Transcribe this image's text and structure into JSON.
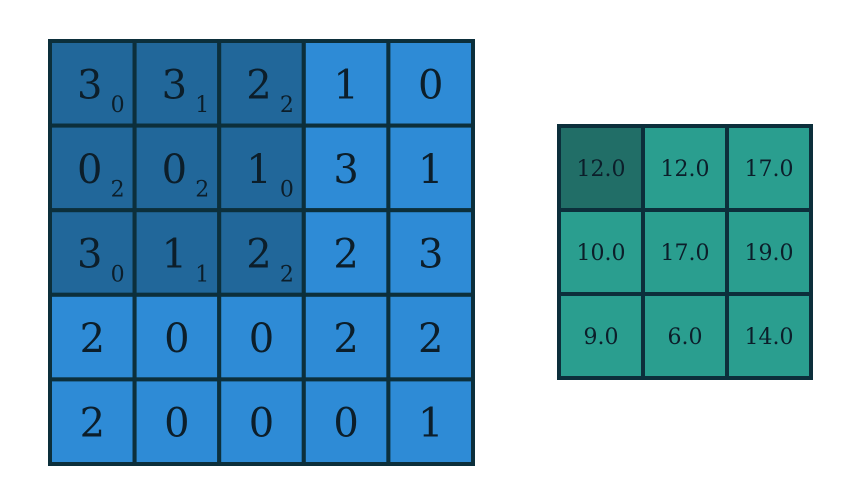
{
  "input_grid": {
    "rows": [
      [
        "3",
        "3",
        "2",
        "1",
        "0"
      ],
      [
        "0",
        "0",
        "1",
        "3",
        "1"
      ],
      [
        "3",
        "1",
        "2",
        "2",
        "3"
      ],
      [
        "2",
        "0",
        "0",
        "2",
        "2"
      ],
      [
        "2",
        "0",
        "0",
        "0",
        "1"
      ]
    ],
    "kernel": [
      [
        "0",
        "1",
        "2"
      ],
      [
        "2",
        "2",
        "0"
      ],
      [
        "0",
        "1",
        "2"
      ]
    ],
    "highlight_rows": 3,
    "highlight_cols": 3
  },
  "output_grid": {
    "rows": [
      [
        "12.0",
        "12.0",
        "17.0"
      ],
      [
        "10.0",
        "17.0",
        "19.0"
      ],
      [
        "9.0",
        "6.0",
        "14.0"
      ]
    ],
    "highlight_cell": [
      0,
      0
    ]
  },
  "colors": {
    "input_cell": "#2e8bd6",
    "input_highlight": "#21679a",
    "output_cell": "#2a9e8f",
    "output_highlight": "#216e67",
    "border": "#0c2f3b",
    "text": "#0c1e2a"
  }
}
